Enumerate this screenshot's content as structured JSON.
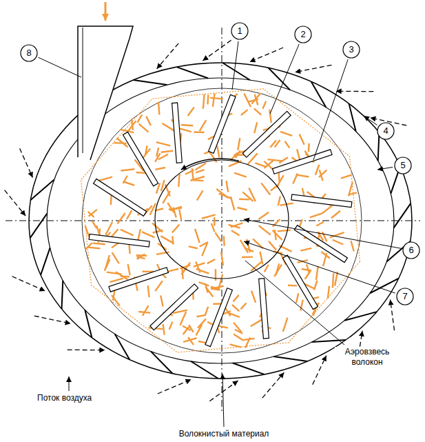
{
  "diagram": {
    "nodes": [
      {
        "text": [
          "1"
        ]
      },
      {
        "text": [
          "2"
        ]
      },
      {
        "text": [
          "3"
        ]
      },
      {
        "text": [
          "8"
        ]
      },
      {
        "text": [
          "4"
        ]
      },
      {
        "text": [
          "5"
        ]
      },
      {
        "text": [
          "6"
        ]
      },
      {
        "text": [
          "7"
        ]
      }
    ],
    "labels": [
      "Поток воздуха",
      "Аэровзвесь волокон",
      "Волокнистый материал"
    ]
  }
}
